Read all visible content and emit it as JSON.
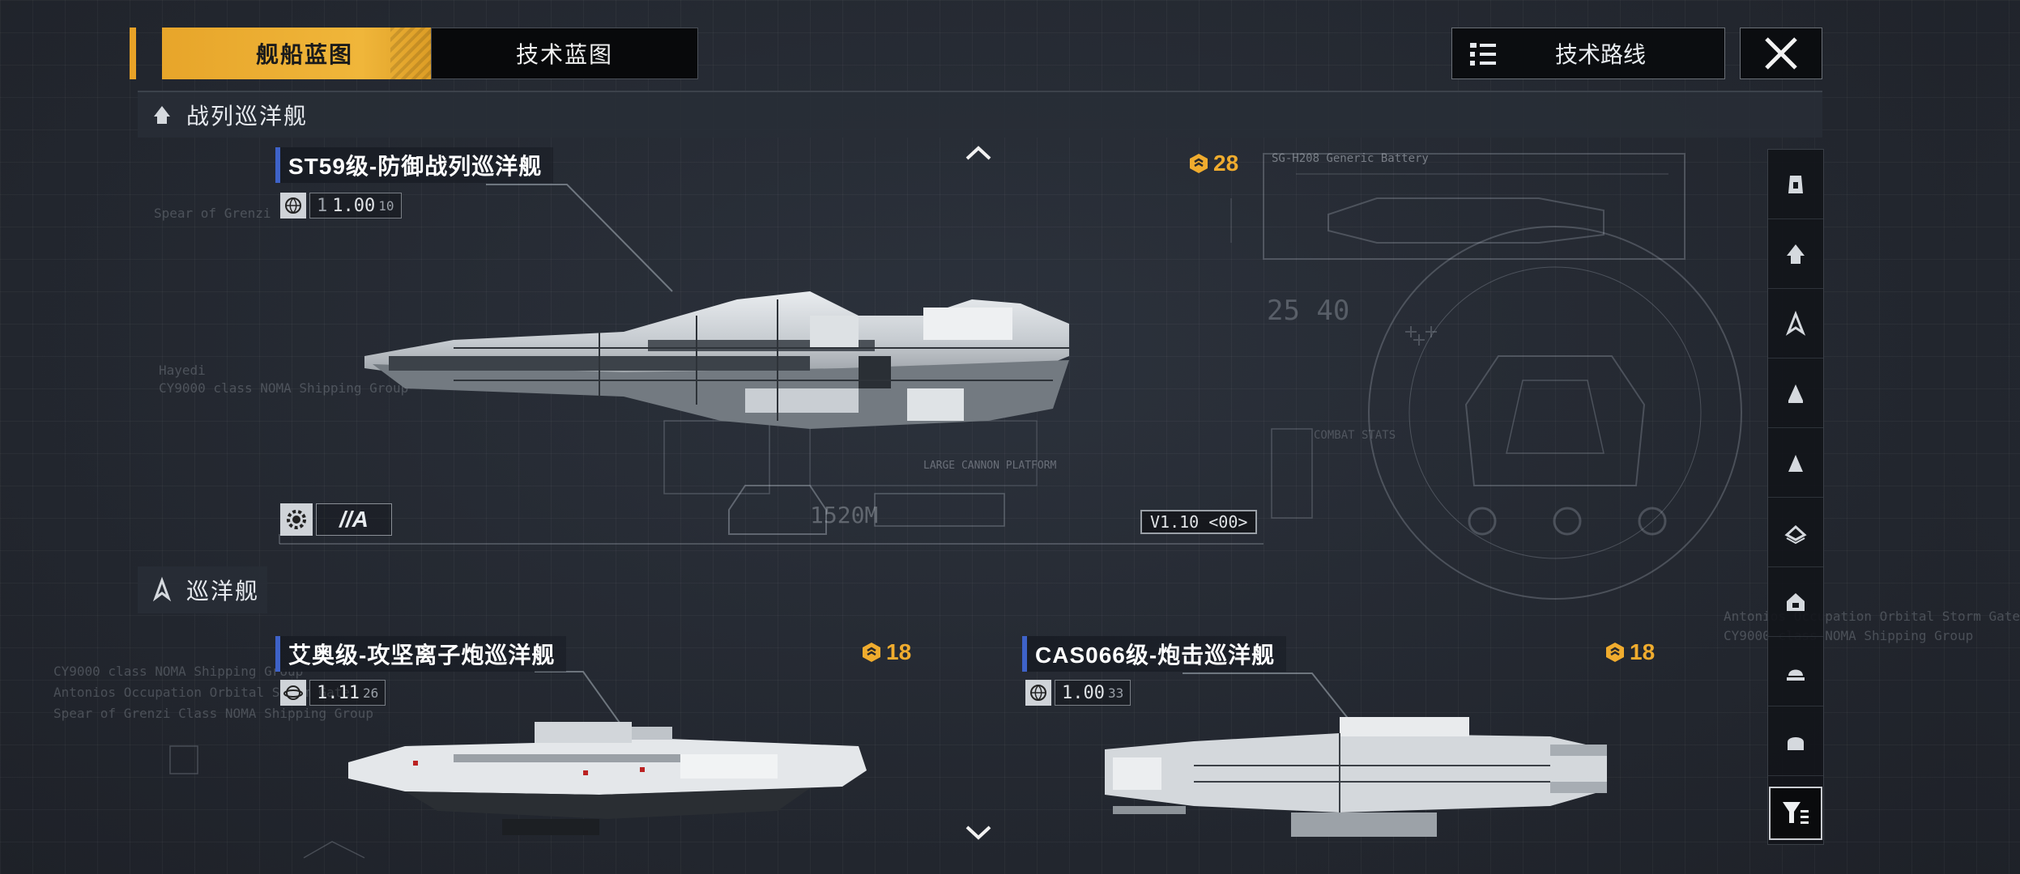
{
  "tabs": [
    {
      "label": "舰船蓝图",
      "active": true
    },
    {
      "label": "技术蓝图",
      "active": false
    }
  ],
  "tech_route_label": "技术路线",
  "sections": {
    "battlecruiser": "战列巡洋舰",
    "cruiser": "巡洋舰"
  },
  "ships": {
    "st59": {
      "name": "ST59级-防御战列巡洋舰",
      "version_main": "1",
      "version_num": "1.00",
      "version_sub": "10",
      "cost": "28",
      "grade": "//A",
      "spec": "V1.10 <00>",
      "length": "1520M"
    },
    "aio": {
      "name": "艾奥级-攻坚离子炮巡洋舰",
      "version_num": "1.11",
      "version_sub": "26",
      "cost": "18"
    },
    "cas066": {
      "name": "CAS066级-炮击巡洋舰",
      "version_num": "1.00",
      "version_sub": "33",
      "cost": "18"
    }
  },
  "blueprint_text": {
    "battery": "SG-H208 Generic Battery",
    "left_faint_1": "Spear of Grenzi",
    "left_faint_2": "Hayedi",
    "left_faint_3": "CY9000 class NOMA Shipping Group",
    "cruiser_faint_1": "CY9000 class NOMA Shipping Group",
    "cruiser_faint_2": "Antonios Occupation Orbital Storm Gate",
    "cruiser_faint_3": "Spear of Grenzi Class NOMA Shipping Group",
    "right_faint_1": "Antonios Occupation Orbital Storm Gate",
    "right_faint_2": "CY9000 class NOMA Shipping Group",
    "combat_stats": "COMBAT STATS",
    "large_cannon": "LARGE CANNON PLATFORM",
    "num_2540": "25 40"
  },
  "colors": {
    "accent": "#e8a227",
    "cost": "#f0ac2e",
    "title_bar": "#3e62c8"
  },
  "icons": {
    "close": "close-icon",
    "tech_route": "tree-list-icon",
    "cost": "hexagon-coin-icon",
    "filter": "filter-icon"
  }
}
